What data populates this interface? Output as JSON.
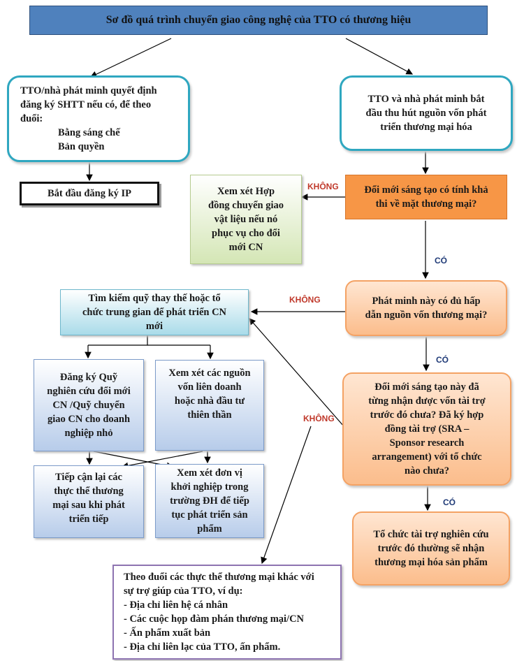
{
  "title": "Sơ đồ quá trình chuyển giao công nghệ  của TTO có thương hiệu",
  "nodes": {
    "decide_ip": {
      "line1": "TTO/nhà phát minh quyết định",
      "line2": "đăng ký SHTT nếu có, để theo",
      "line3": "đuổi:",
      "item1": "Bằng sáng chế",
      "item2": "Bản quyền"
    },
    "start_ip": "Bắt đầu đăng ký IP",
    "attract_capital": {
      "line1": "TTO và nhà phát minh bắt",
      "line2": "đầu thu hút nguồn vốn phát",
      "line3": "triển thương mại hóa"
    },
    "feasible": {
      "line1": "Đổi mới sáng tạo có tính khả",
      "line2": "thi về mặt thương mại?"
    },
    "material_contract": {
      "line1": "Xem xét Hợp",
      "line2": "đồng chuyển giao",
      "line3": "vật liệu nếu nó",
      "line4": "phục vụ cho đổi",
      "line5": "mới CN"
    },
    "attractive": {
      "line1": "Phát minh này có đủ hấp",
      "line2": "dẫn nguồn vốn thương mại?"
    },
    "alt_funds": {
      "line1": "Tìm kiếm quỹ thay thế hoặc tổ",
      "line2": "chức trung gian để phát triển CN",
      "line3": "mới"
    },
    "sbir": {
      "line1": "Đăng ký Quỹ",
      "line2": "nghiên cứu đổi mới",
      "line3": "CN /Quỹ chuyển",
      "line4": "giao CN cho doanh",
      "line5": "nghiệp nhỏ"
    },
    "venture": {
      "line1": "Xem xét các nguồn",
      "line2": "vốn liên doanh",
      "line3": "hoặc nhà đầu tư",
      "line4": "thiên thần"
    },
    "sponsored": {
      "line1": "Đổi mới sáng tạo này đã",
      "line2": "từng nhận được vốn tài trợ",
      "line3": "trước đó chưa? Đã ký hợp",
      "line4": "đồng tài trợ (SRA –",
      "line5": "Sponsor research",
      "line6": "arrangement) với tổ chức",
      "line7": "nào chưa?"
    },
    "reapproach": {
      "line1": "Tiếp cận lại các",
      "line2": "thực thể thương",
      "line3": "mại sau khi phát",
      "line4": "triển tiếp"
    },
    "startup": {
      "line1": "Xem xét đơn vị",
      "line2": "khởi nghiệp trong",
      "line3": "trường ĐH để tiếp",
      "line4": "tục phát triển sản",
      "line5": "phẩm"
    },
    "sponsor_org": {
      "line1": "Tổ chức tài trợ nghiên cứu",
      "line2": "trước đó thường sẽ nhận",
      "line3": "thương mại hóa sản phẩm"
    },
    "other_entities": {
      "line1": "Theo đuổi các thực thể thương mại khác với",
      "line2": "sự trợ giúp của TTO, ví dụ:",
      "item1": "- Địa chỉ liên hệ cá nhân",
      "item2": "- Các cuộc họp đàm phán thương mại/CN",
      "item3": "- Ấn phẩm xuất bản",
      "item4": "- Địa chỉ liên lạc của TTO, ấn phẩm."
    }
  },
  "labels": {
    "khong_1": "KHÔNG",
    "co_1": "CÓ",
    "khong_2": "KHÔNG",
    "co_2": "CÓ",
    "khong_3": "KHÔNG",
    "co_3": "CÓ"
  },
  "colors": {
    "title_fill": "#4f81bd",
    "teal_border": "#2fa7c0",
    "orange_fill": "#f79646",
    "peach_fill": "#fbbd8c",
    "green_fill": "#d4e6b5",
    "cyan_fill": "#a9dbe9",
    "blue_fill": "#b7ccea",
    "purple_border": "#8e74b1",
    "no_label": "#c0392b",
    "yes_label": "#1f3a77"
  }
}
